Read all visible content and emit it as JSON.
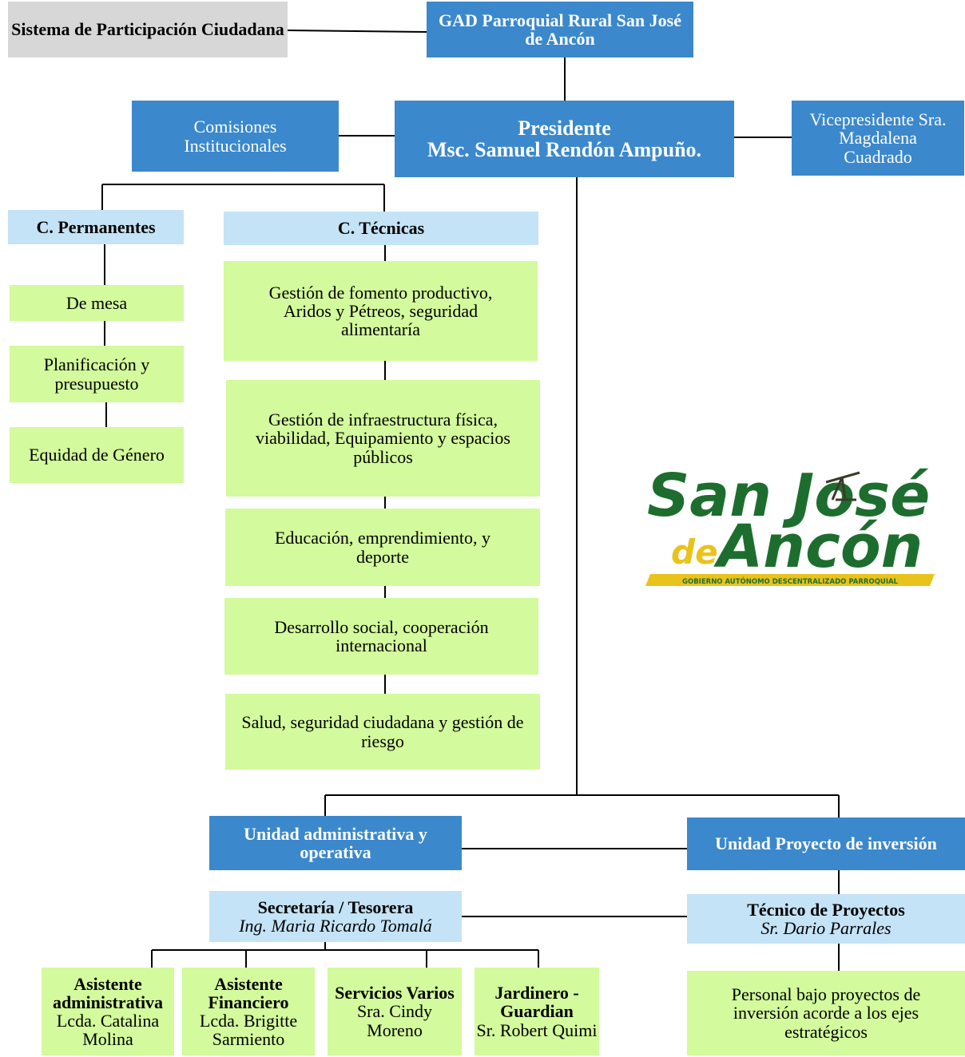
{
  "nodes": {
    "sistema": "Sistema de Participación Ciudadana",
    "gad": "GAD Parroquial Rural San José de Ancón",
    "comisiones": "Comisiones Institucionales",
    "presidente_title": "Presidente",
    "presidente_name": "Msc. Samuel Rendón Ampuño.",
    "vicepresidente": "Vicepresidente Sra. Magdalena Cuadrado",
    "c_permanentes": "C. Permanentes",
    "c_tecnicas": "C. Técnicas",
    "perm_items": [
      "De mesa",
      "Planificación y presupuesto",
      "Equidad de Género"
    ],
    "tec_items": [
      "Gestión de fomento productivo, Aridos y Pétreos, seguridad alimentaría",
      "Gestión de infraestructura física, viabilidad, Equipamiento y espacios públicos",
      "Educación, emprendimiento, y deporte",
      "Desarrollo social, cooperación internacional",
      "Salud, seguridad ciudadana y gestión de riesgo"
    ],
    "unidad_admin": "Unidad administrativa y operativa",
    "unidad_proyecto": "Unidad Proyecto de inversión",
    "secretaria_title": "Secretaría / Tesorera",
    "secretaria_name": "Ing. Maria Ricardo Tomalá",
    "tecnico_title": "Técnico de Proyectos",
    "tecnico_name": "Sr. Dario Parrales",
    "staff": [
      {
        "title": "Asistente administrativa",
        "name": "Lcda. Catalina Molina"
      },
      {
        "title": "Asistente Financiero",
        "name": "Lcda. Brigitte Sarmiento"
      },
      {
        "title": "Servicios Varios",
        "name": "Sra. Cindy Moreno"
      },
      {
        "title": "Jardinero - Guardian",
        "name": "Sr. Robert Quimi"
      }
    ],
    "personal": "Personal bajo proyectos de inversión acorde a los ejes estratégicos"
  },
  "logo": {
    "line1": "San José",
    "de": "de",
    "line2": "Ancón",
    "banner": "GOBIERNO AUTÓNOMO DESCENTRALIZADO PARROQUIAL"
  },
  "colors": {
    "blue": "#3b88cc",
    "light_blue": "#c4e3f6",
    "green": "#d3fa9c",
    "gray": "#d7d7d7",
    "logo_green": "#1d6e2e",
    "logo_yellow": "#e9c31c"
  }
}
